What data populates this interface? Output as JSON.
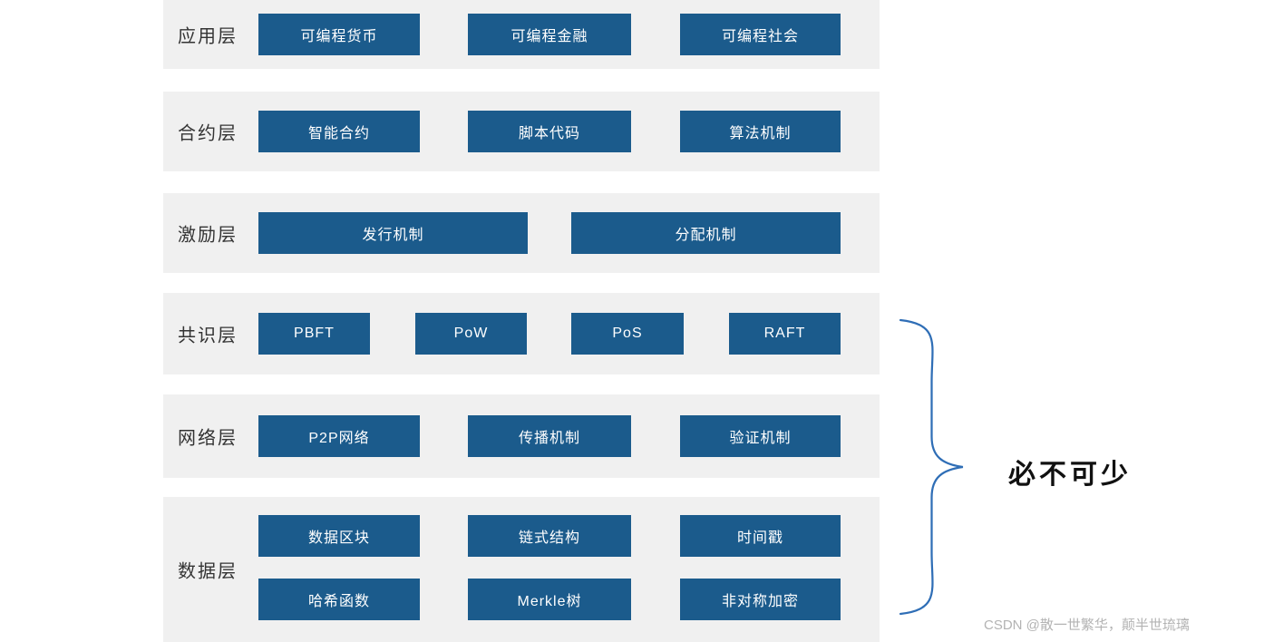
{
  "diagram": {
    "annotation": "必不可少",
    "watermark": "CSDN @散一世繁华，颠半世琉璃",
    "colors": {
      "band": "#f0f0f0",
      "button": "#1b5b8c",
      "button_text": "#ffffff",
      "brace": "#2f6eb6"
    },
    "layers": [
      {
        "label": "应用层",
        "rows": [
          [
            "可编程货币",
            "可编程金融",
            "可编程社会"
          ]
        ]
      },
      {
        "label": "合约层",
        "rows": [
          [
            "智能合约",
            "脚本代码",
            "算法机制"
          ]
        ]
      },
      {
        "label": "激励层",
        "rows": [
          [
            "发行机制",
            "分配机制"
          ]
        ]
      },
      {
        "label": "共识层",
        "rows": [
          [
            "PBFT",
            "PoW",
            "PoS",
            "RAFT"
          ]
        ]
      },
      {
        "label": "网络层",
        "rows": [
          [
            "P2P网络",
            "传播机制",
            "验证机制"
          ]
        ]
      },
      {
        "label": "数据层",
        "rows": [
          [
            "数据区块",
            "链式结构",
            "时间戳"
          ],
          [
            "哈希函数",
            "Merkle树",
            "非对称加密"
          ]
        ]
      }
    ]
  }
}
